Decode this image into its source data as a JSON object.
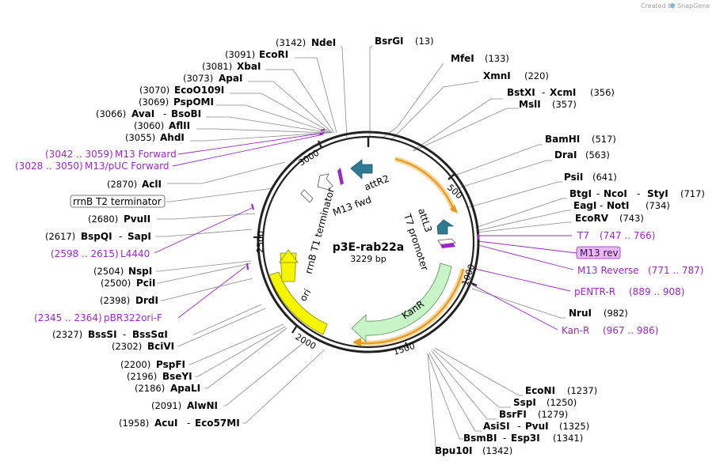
{
  "credit": {
    "text": "Created by",
    "brand": "SnapGene"
  },
  "plasmid": {
    "name": "p3E-rab22a",
    "length": "3229 bp"
  },
  "ticks": [
    "500",
    "1000",
    "1500",
    "2000",
    "2500",
    "3000"
  ],
  "features": {
    "attR2": "attR2",
    "m13fwd": "M13 fwd",
    "attL3": "attL3",
    "t7": "T7 promoter",
    "kanR": "KanR",
    "ori": "ori",
    "rrnB": "rrnB T1 terminator"
  },
  "right_sites": [
    {
      "name": "BsrGI",
      "pos": "(13)"
    },
    {
      "name": "MfeI",
      "pos": "(133)"
    },
    {
      "name": "XmnI",
      "pos": "(220)"
    },
    {
      "name": "BstXI",
      "name2": "XcmI",
      "pos": "(356)"
    },
    {
      "name": "MslI",
      "pos": "(357)"
    },
    {
      "name": "BamHI",
      "pos": "(517)"
    },
    {
      "name": "DraI",
      "pos": "(563)"
    },
    {
      "name": "PsiI",
      "pos": "(641)"
    },
    {
      "name": "BtgI",
      "name2": "NcoI",
      "name3": "StyI",
      "pos": "(717)"
    },
    {
      "name": "EagI",
      "name2": "NotI",
      "pos": "(734)"
    },
    {
      "name": "EcoRV",
      "pos": "(743)"
    },
    {
      "name": "NruI",
      "pos": "(982)"
    },
    {
      "name": "EcoNI",
      "pos": "(1237)"
    },
    {
      "name": "SspI",
      "pos": "(1250)"
    },
    {
      "name": "BsrFI",
      "pos": "(1279)"
    },
    {
      "name": "AsiSI",
      "name2": "PvuI",
      "pos": "(1325)"
    },
    {
      "name": "BsmBI",
      "name2": "Esp3I",
      "pos": "(1341)"
    },
    {
      "name": "Bpu10I",
      "pos": "(1342)"
    }
  ],
  "right_primers": [
    {
      "name": "T7",
      "pos": "(747 .. 766)"
    },
    {
      "name": "M13 rev",
      "pos": ""
    },
    {
      "name": "M13 Reverse",
      "pos": "(771 .. 787)"
    },
    {
      "name": "pENTR-R",
      "pos": "(889 .. 908)"
    },
    {
      "name": "Kan-R",
      "pos": "(967 .. 986)"
    }
  ],
  "left_sites": [
    {
      "name": "NdeI",
      "pos": "(3142)"
    },
    {
      "name": "EcoRI",
      "pos": "(3091)"
    },
    {
      "name": "XbaI",
      "pos": "(3081)"
    },
    {
      "name": "ApaI",
      "pos": "(3073)"
    },
    {
      "name": "EcoO109I",
      "pos": "(3070)"
    },
    {
      "name": "PspOMI",
      "pos": "(3069)"
    },
    {
      "name": "AvaI",
      "name2": "BsoBI",
      "pos": "(3066)"
    },
    {
      "name": "AflII",
      "pos": "(3060)"
    },
    {
      "name": "AhdI",
      "pos": "(3055)"
    },
    {
      "name": "AclI",
      "pos": "(2870)"
    },
    {
      "name": "rrnB T2 terminator",
      "pos": ""
    },
    {
      "name": "PvuII",
      "pos": "(2680)"
    },
    {
      "name": "BspQI",
      "name2": "SapI",
      "pos": "(2617)"
    },
    {
      "name": "NspI",
      "pos": "(2504)"
    },
    {
      "name": "PciI",
      "pos": "(2500)"
    },
    {
      "name": "DrdI",
      "pos": "(2398)"
    },
    {
      "name": "BssSI",
      "name2": "BssSαI",
      "pos": "(2327)"
    },
    {
      "name": "BciVI",
      "pos": "(2302)"
    },
    {
      "name": "PspFI",
      "pos": "(2200)"
    },
    {
      "name": "BseYI",
      "pos": "(2196)"
    },
    {
      "name": "ApaLI",
      "pos": "(2186)"
    },
    {
      "name": "AlwNI",
      "pos": "(2091)"
    },
    {
      "name": "AcuI",
      "name2": "Eco57MI",
      "pos": "(1958)"
    }
  ],
  "left_primers": [
    {
      "name": "M13 Forward",
      "pos": "(3042 .. 3059)"
    },
    {
      "name": "M13/pUC Forward",
      "pos": "(3028 .. 3050)"
    },
    {
      "name": "L4440",
      "pos": "(2598 .. 2615)"
    },
    {
      "name": "pBR322ori-F",
      "pos": "(2345 .. 2364)"
    }
  ],
  "colors": {
    "primer": "#9b27c9",
    "attr_site": "#2e7b93",
    "kanR": "#c8f5c8",
    "ori": "#f5f500",
    "orf_arc": "#e89a1f",
    "backbone": "#222222"
  }
}
